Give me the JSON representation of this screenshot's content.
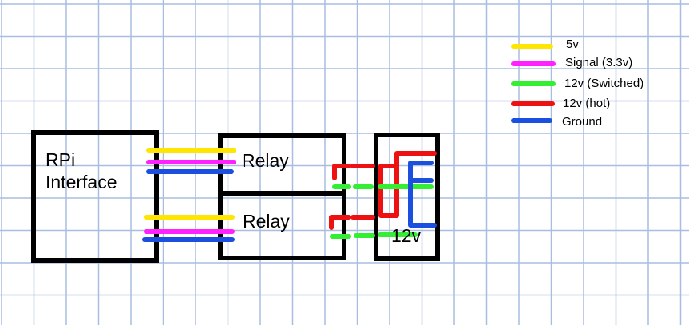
{
  "colors": {
    "grid": "#a9bde0",
    "box": "#000000",
    "five_v": "#ffe600",
    "signal": "#ff22ff",
    "switched_12v": "#33ee33",
    "hot_12v": "#ee1111",
    "ground": "#1a4fe0"
  },
  "legend": {
    "items": [
      {
        "key": "five_v",
        "label": "5v"
      },
      {
        "key": "signal",
        "label": "Signal (3.3v)"
      },
      {
        "key": "switched_12v",
        "label": "12v (Switched)"
      },
      {
        "key": "hot_12v",
        "label": "12v (hot)"
      },
      {
        "key": "ground",
        "label": "Ground"
      }
    ]
  },
  "blocks": {
    "rpi_line1": "RPi",
    "rpi_line2": "Interface",
    "relay_top": "Relay",
    "relay_bottom": "Relay",
    "power": "12v"
  }
}
